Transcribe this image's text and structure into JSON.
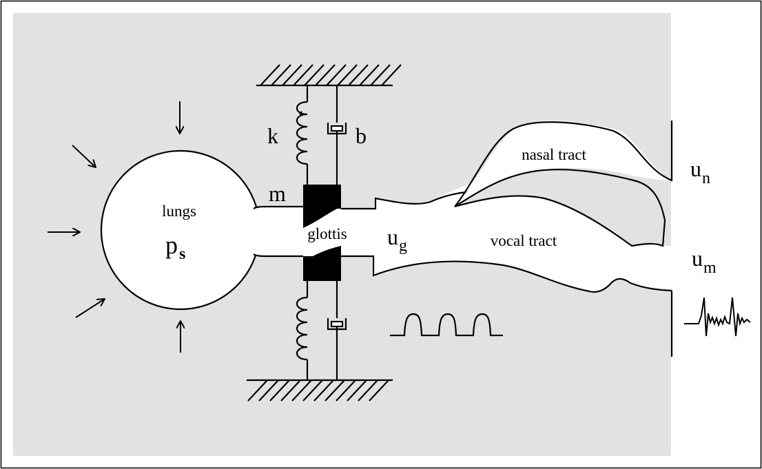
{
  "labels": {
    "lungs": "lungs",
    "pressure": "p",
    "pressure_sub": "s",
    "glottis": "glottis",
    "mass": "m",
    "spring": "k",
    "damper": "b",
    "glottal_flow": "u",
    "glottal_flow_sub": "g",
    "nasal_tract": "nasal tract",
    "vocal_tract": "vocal tract",
    "nasal_output": "u",
    "nasal_output_sub": "n",
    "mouth_output": "u",
    "mouth_output_sub": "m"
  },
  "colors": {
    "background": "#e2e2e2",
    "cavity": "#ffffff",
    "mass_block": "#000000",
    "stroke": "#000000"
  }
}
